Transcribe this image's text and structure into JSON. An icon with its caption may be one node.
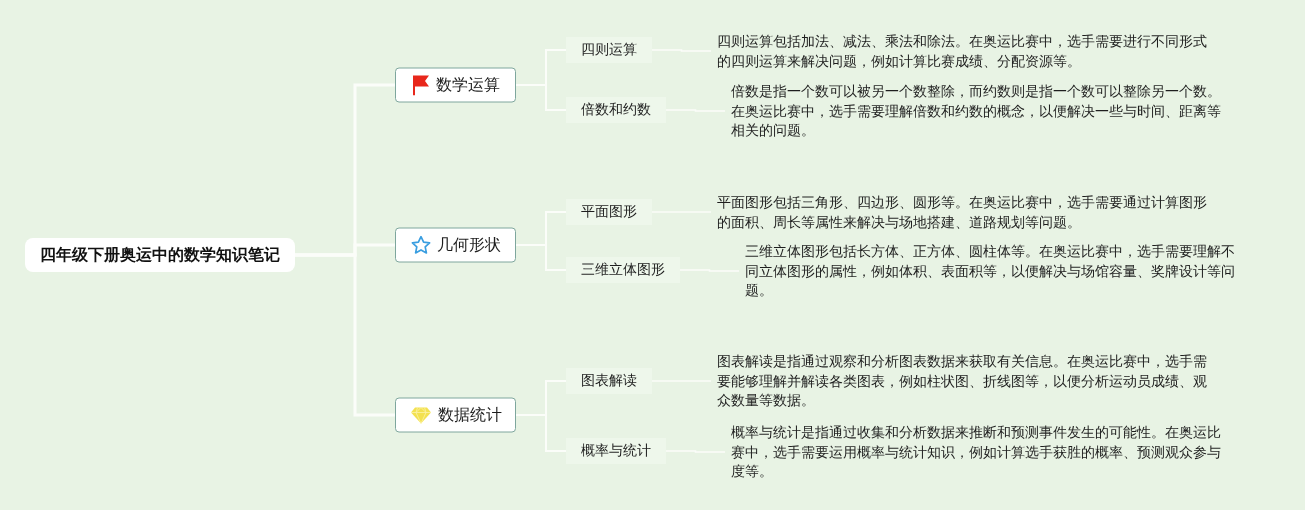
{
  "diagram": {
    "nodes": [
      {
        "text": [
          "四年级下册奥运中的数学知识笔记"
        ]
      },
      {
        "text": [
          "数学运算"
        ]
      },
      {
        "text": [
          "四则运算"
        ]
      },
      {
        "text": [
          "四则运算包括加法、减法、乘法和除法。在奥运比赛中，选手需要进行不同形式的四则运算来解决问题，例如计算比赛成绩、分配资源等。"
        ]
      },
      {
        "text": [
          "倍数和约数"
        ]
      },
      {
        "text": [
          "倍数是指一个数可以被另一个数整除，而约数则是指一个数可以整除另一个数。在奥运比赛中，选手需要理解倍数和约数的概念，以便解决一些与时间、距离等相关的问题。"
        ]
      },
      {
        "text": [
          "几何形状"
        ]
      },
      {
        "text": [
          "平面图形"
        ]
      },
      {
        "text": [
          "平面图形包括三角形、四边形、圆形等。在奥运比赛中，选手需要通过计算图形的面积、周长等属性来解决与场地搭建、道路规划等问题。"
        ]
      },
      {
        "text": [
          "三维立体图形"
        ]
      },
      {
        "text": [
          "三维立体图形包括长方体、正方体、圆柱体等。在奥运比赛中，选手需要理解不同立体图形的属性，例如体积、表面积等，以便解决与场馆容量、奖牌设计等问题。"
        ]
      },
      {
        "text": [
          "数据统计"
        ]
      },
      {
        "text": [
          "图表解读"
        ]
      },
      {
        "text": [
          "图表解读是指通过观察和分析图表数据来获取有关信息。在奥运比赛中，选手需要能够理解并解读各类图表，例如柱状图、折线图等，以便分析运动员成绩、观众数量等数据。"
        ]
      },
      {
        "text": [
          "概率与统计"
        ]
      },
      {
        "text": [
          "概率与统计是指通过收集和分析数据来推断和预测事件发生的可能性。在奥运比赛中，选手需要运用概率与统计知识，例如计算选手获胜的概率、预测观众参与度等。"
        ]
      }
    ],
    "edges": [
      {
        "from": 0,
        "to": 1,
        "arrow": "none"
      },
      {
        "from": 0,
        "to": 6,
        "arrow": "none"
      },
      {
        "from": 0,
        "to": 11,
        "arrow": "none"
      },
      {
        "from": 1,
        "to": 2,
        "arrow": "none"
      },
      {
        "from": 1,
        "to": 4,
        "arrow": "none"
      },
      {
        "from": 2,
        "to": 3,
        "arrow": "none"
      },
      {
        "from": 4,
        "to": 5,
        "arrow": "none"
      },
      {
        "from": 6,
        "to": 7,
        "arrow": "none"
      },
      {
        "from": 6,
        "to": 9,
        "arrow": "none"
      },
      {
        "from": 7,
        "to": 8,
        "arrow": "none"
      },
      {
        "from": 9,
        "to": 10,
        "arrow": "none"
      },
      {
        "from": 11,
        "to": 12,
        "arrow": "none"
      },
      {
        "from": 11,
        "to": 14,
        "arrow": "none"
      },
      {
        "from": 12,
        "to": 13,
        "arrow": "none"
      },
      {
        "from": 14,
        "to": 15,
        "arrow": "none"
      }
    ]
  }
}
